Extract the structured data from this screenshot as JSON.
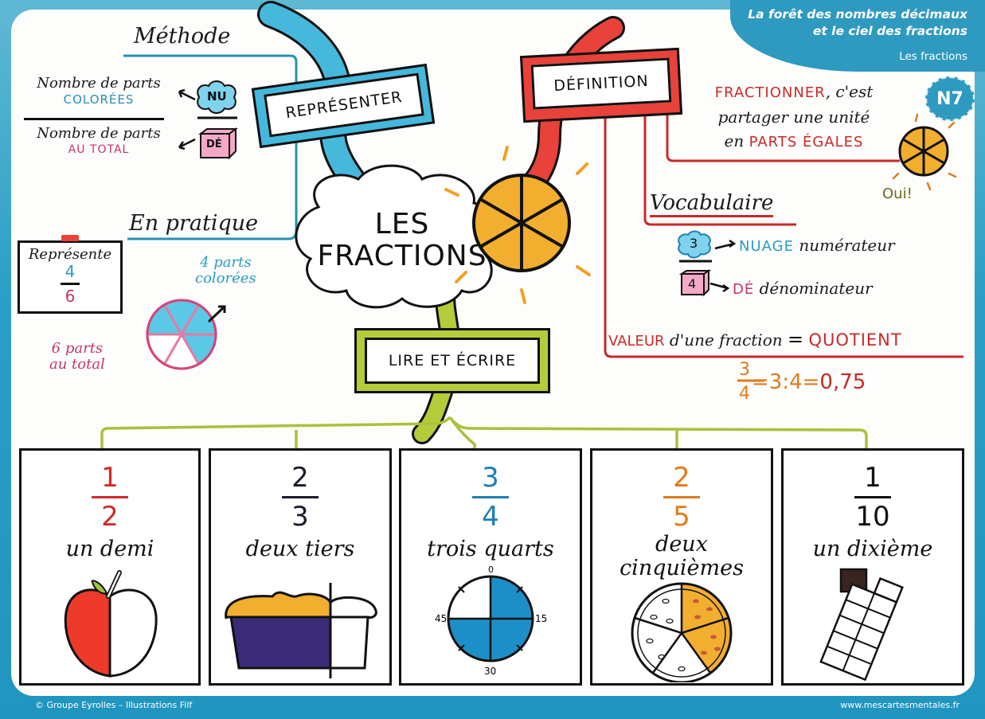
{
  "header": {
    "title_line1": "La forêt des nombres décimaux",
    "title_line2": "et le ciel des fractions",
    "subtitle": "Les fractions",
    "badge": "N7"
  },
  "center": {
    "title_line1": "LES",
    "title_line2": "FRACTIONS"
  },
  "representer": {
    "label": "REPRÉSENTER",
    "methode": {
      "heading": "Méthode",
      "numerator_line1": "Nombre de parts",
      "numerator_line2": "COLORÉES",
      "numerator_icon": "NU",
      "denominator_line1": "Nombre de parts",
      "denominator_line2": "AU TOTAL",
      "denominator_icon": "DÉ"
    },
    "en_pratique": {
      "heading": "En pratique",
      "task_label": "Représente",
      "task_numerator": "4",
      "task_denominator": "6",
      "colored_label_line1": "4 parts",
      "colored_label_line2": "colorées",
      "total_label_line1": "6 parts",
      "total_label_line2": "au total"
    }
  },
  "definition": {
    "label": "DÉFINITION",
    "sentence_keyword": "FRACTIONNER",
    "sentence_part1": ", c'est",
    "sentence_part2": "partager une unité",
    "sentence_part3": "en",
    "sentence_keyword2": "PARTS ÉGALES",
    "oui": "Oui!",
    "vocabulaire": {
      "heading": "Vocabulaire",
      "numerator_icon": "3",
      "numerator_keyword": "NUAGE",
      "numerator_term": "numérateur",
      "denominator_icon": "4",
      "denominator_keyword": "DÉ",
      "denominator_term": "dénominateur"
    },
    "valeur": {
      "keyword": "VALEUR",
      "middle": "d'une fraction",
      "equals": "=",
      "result": "QUOTIENT",
      "example_numerator": "3",
      "example_denominator": "4",
      "example_rest_1": "=3:4=",
      "example_rest_2": "0,75"
    }
  },
  "lire_ecrire": {
    "label": "LIRE ET ÉCRIRE",
    "examples": [
      {
        "numerator": "1",
        "denominator": "2",
        "name": "un demi",
        "color": "#d32a2a",
        "picture": "apple"
      },
      {
        "numerator": "2",
        "denominator": "3",
        "name": "deux tiers",
        "color": "#1b1b2e",
        "picture": "cake"
      },
      {
        "numerator": "3",
        "denominator": "4",
        "name": "trois quarts",
        "color": "#1d7fb5",
        "picture": "clock",
        "clock_labels": [
          "0",
          "15",
          "30",
          "45"
        ]
      },
      {
        "numerator": "2",
        "denominator": "5",
        "name_line1": "deux",
        "name_line2": "cinquièmes",
        "color": "#e07b1a",
        "picture": "pizza"
      },
      {
        "numerator": "1",
        "denominator": "10",
        "name": "un dixième",
        "color": "#111111",
        "picture": "chocolate"
      }
    ]
  },
  "colors": {
    "frame_blue": "#2a9cc4",
    "representer_blue": "#45b8dc",
    "definition_red": "#e8423a",
    "lire_green": "#b5cc3a",
    "orange": "#f2ae2e",
    "pink": "#d6437a"
  },
  "footer": {
    "copyright": "© Groupe Eyrolles – Illustrations Filf",
    "website": "www.mescartesmentales.fr"
  }
}
